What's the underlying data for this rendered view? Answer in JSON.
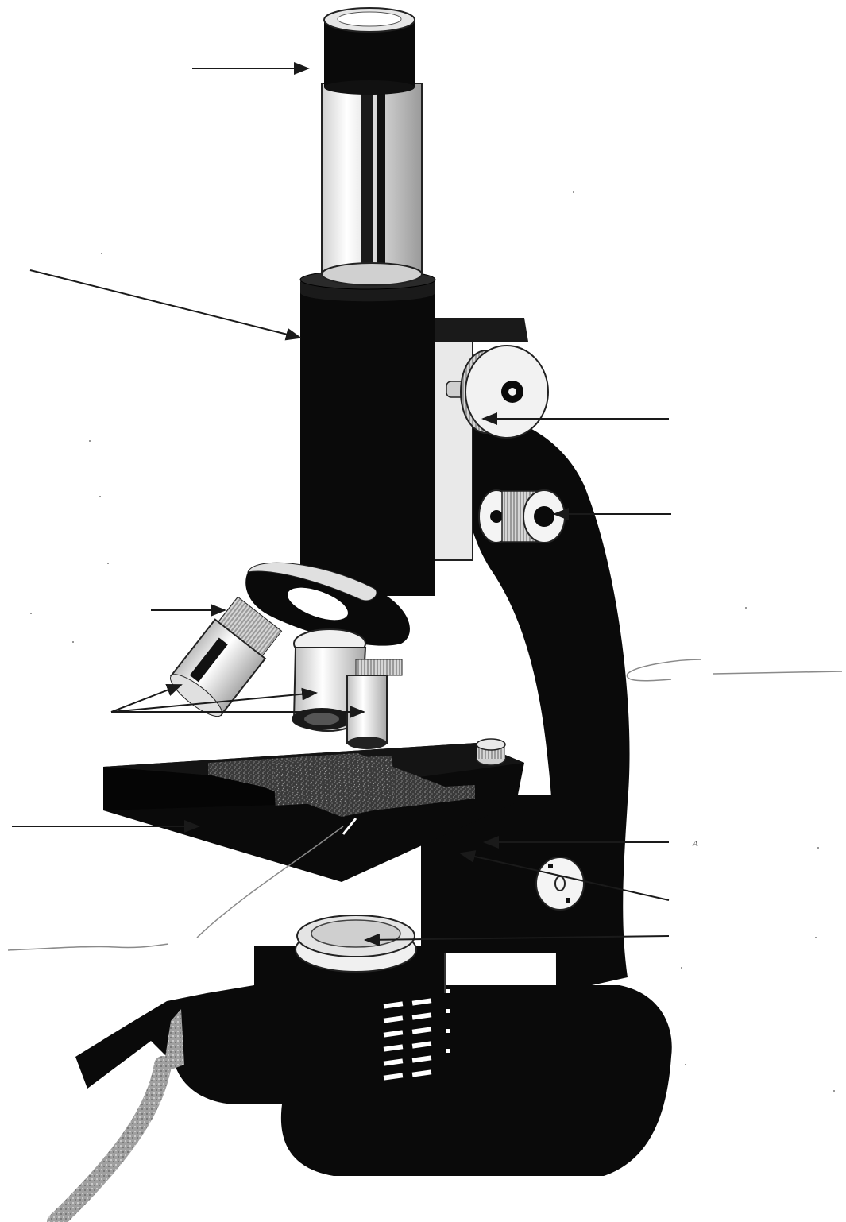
{
  "diagram": {
    "type": "unlabeled-microscope-worksheet",
    "colors": {
      "background": "#ffffff",
      "body": "#0a0a0a",
      "metal_light": "#e8e8e8",
      "metal_mid": "#b0b0b0",
      "arrow": "#1a1a1a",
      "pencil": "#8a8a8a",
      "cord": "#9a9a9a"
    },
    "label_arrows": [
      {
        "id": "eyepiece",
        "blank": true
      },
      {
        "id": "body-tube",
        "blank": true
      },
      {
        "id": "coarse-adjustment-knob",
        "blank": true
      },
      {
        "id": "fine-adjustment-knob",
        "blank": true
      },
      {
        "id": "revolving-nosepiece",
        "blank": true
      },
      {
        "id": "objective-lenses",
        "blank": true
      },
      {
        "id": "arm",
        "blank": true
      },
      {
        "id": "stage",
        "blank": true
      },
      {
        "id": "stage-opening",
        "blank": true
      },
      {
        "id": "stage-clips",
        "blank": true
      },
      {
        "id": "diaphragm",
        "blank": true
      },
      {
        "id": "light-switch",
        "blank": true
      },
      {
        "id": "light-source",
        "blank": true
      }
    ],
    "stray_mark": "A"
  }
}
